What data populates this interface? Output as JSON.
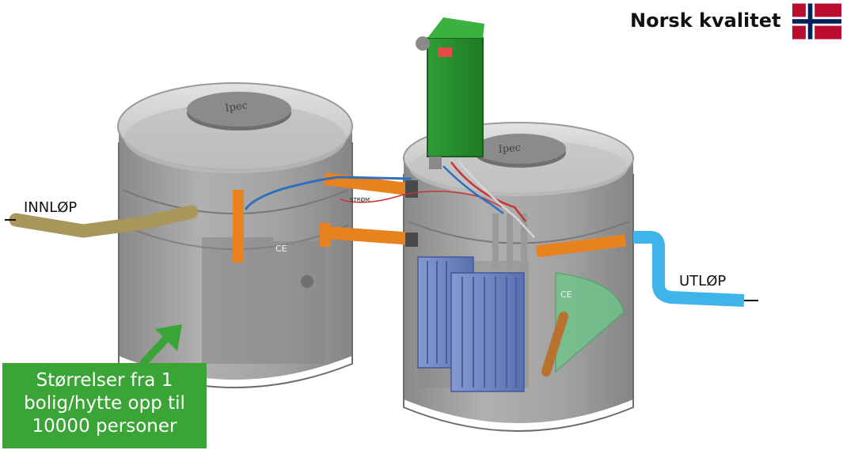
{
  "brand": {
    "quality_label": "Norsk kvalitet",
    "flag_icon": "norwegian-flag-icon",
    "flag_colors": {
      "red": "#BA0C2F",
      "blue": "#00205B",
      "white": "#FFFFFF"
    }
  },
  "diagram": {
    "inlet_label": "INNLØP",
    "outlet_label": "UTLØP",
    "power_cable_label": "STRØM",
    "lid_logo": "Ipec",
    "ce_mark": "CE",
    "callout": {
      "lines": [
        "Størrelser fra 1",
        "bolig/hytte opp til",
        "10000 personer"
      ],
      "background": "#3AA436",
      "text_color": "#FFFFFF"
    },
    "colors": {
      "tank_body": "#9C9C9C",
      "pipe_orange": "#E8821E",
      "pipe_inlet": "#A9965A",
      "pipe_outlet": "#3FB4E8",
      "control_box": "#2F9E35",
      "media_blue": "#6F86C4",
      "cone_green": "#6FC58A",
      "arrow_green": "#3AA436"
    }
  }
}
